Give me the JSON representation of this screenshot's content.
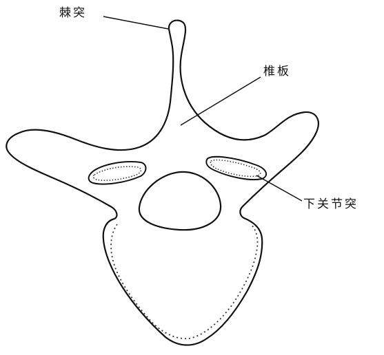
{
  "labels": {
    "spinous_process": "棘突",
    "lamina": "椎板",
    "inferior_articular_process": "下关节突"
  },
  "colors": {
    "line": "#111111",
    "background": "#ffffff"
  }
}
